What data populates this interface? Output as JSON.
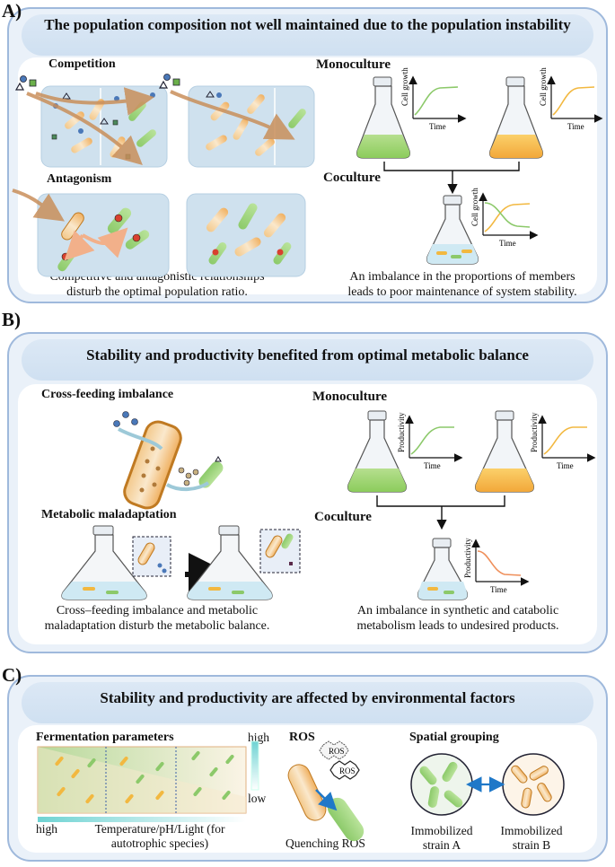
{
  "panels": {
    "a": {
      "label": "A)",
      "title": "The population composition not well maintained due to the population instability",
      "competition": "Competition",
      "antagonism": "Antagonism",
      "monoculture": "Monoculture",
      "coculture": "Coculture",
      "left_caption": [
        "Competitive and antagonistic relationships",
        "disturb the optimal population ratio."
      ],
      "right_caption": [
        "An imbalance in the proportions of members",
        "leads to poor maintenance of system stability."
      ],
      "graph_y": "Cell growth",
      "graph_x": "Time"
    },
    "b": {
      "label": "B)",
      "title": "Stability and productivity benefited from optimal metabolic balance",
      "cross_feeding": "Cross-feeding imbalance",
      "maladaptation": "Metabolic maladaptation",
      "monoculture": "Monoculture",
      "coculture": "Coculture",
      "left_caption": [
        "Cross–feeding imbalance and metabolic",
        "maladaptation disturb the metabolic balance."
      ],
      "right_caption": [
        "An imbalance in synthetic and catabolic",
        "metabolism leads to undesired products."
      ],
      "graph_y": "Productivity",
      "graph_x": "Time"
    },
    "c": {
      "label": "C)",
      "title": "Stability and productivity are affected by environmental factors",
      "fermentation": "Fermentation parameters",
      "high_v": "high",
      "low_v": "low",
      "high_h": "high",
      "temp_label": [
        "Temperature/pH/Light (for",
        "autotrophic species)"
      ],
      "ros": "ROS",
      "ros_badge": "ROS",
      "quenching": "Quenching ROS",
      "spatial": "Spatial grouping",
      "strain_a": [
        "Immobilized",
        "strain A"
      ],
      "strain_b": [
        "Immobilized",
        "strain B"
      ]
    }
  },
  "colors": {
    "border": "#9fb9dc",
    "green": "#9fd17a",
    "orange": "#f5b941",
    "arrow": "#c98f5b",
    "blue_arrow": "#1f78c8"
  }
}
